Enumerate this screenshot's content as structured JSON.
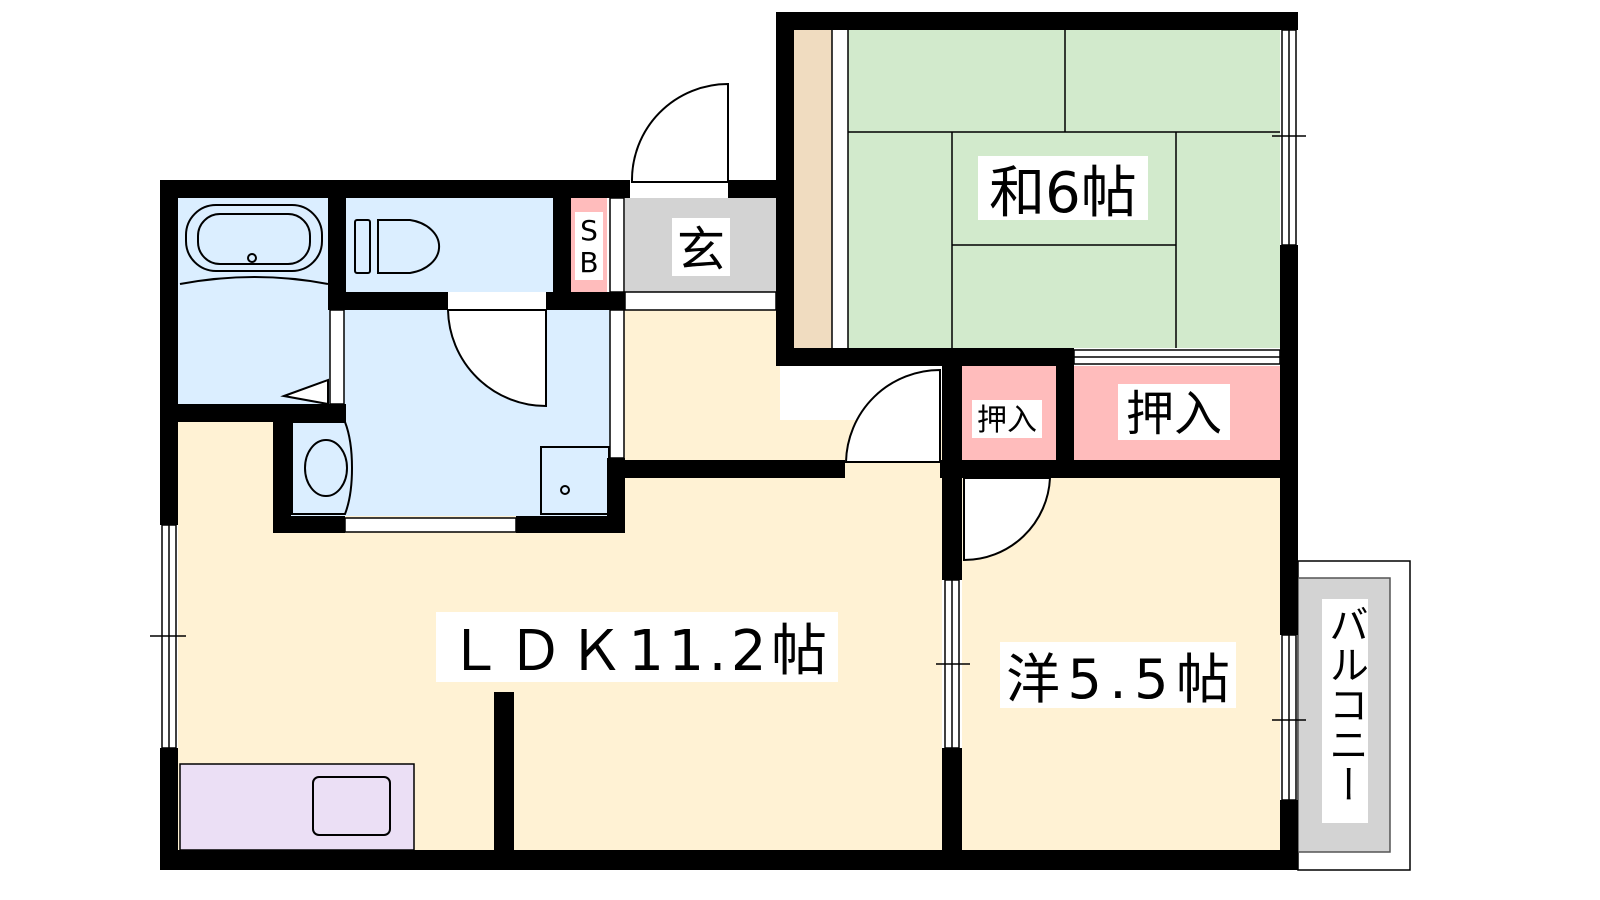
{
  "rooms": {
    "ldk": "ＬＤＫ11.2帖",
    "washitsu": "和6帖",
    "yoshitsu": "洋5.5帖",
    "genkan": "玄",
    "oshiire_large": "押入",
    "oshiire_small": "押入",
    "sb_top": "S",
    "sb_bottom": "B",
    "balcony": "バルコニー"
  },
  "colors": {
    "wall": "#000000",
    "cream": "#fff2d4",
    "wet_area": "#dbeeff",
    "tatami": "#d2eacc",
    "tokonoma": "#f0dcc0",
    "closet": "#ffbcbc",
    "genkan": "#d3d3d3",
    "kitchen": "#ebdff5",
    "balcony": "#d3d3d3"
  }
}
